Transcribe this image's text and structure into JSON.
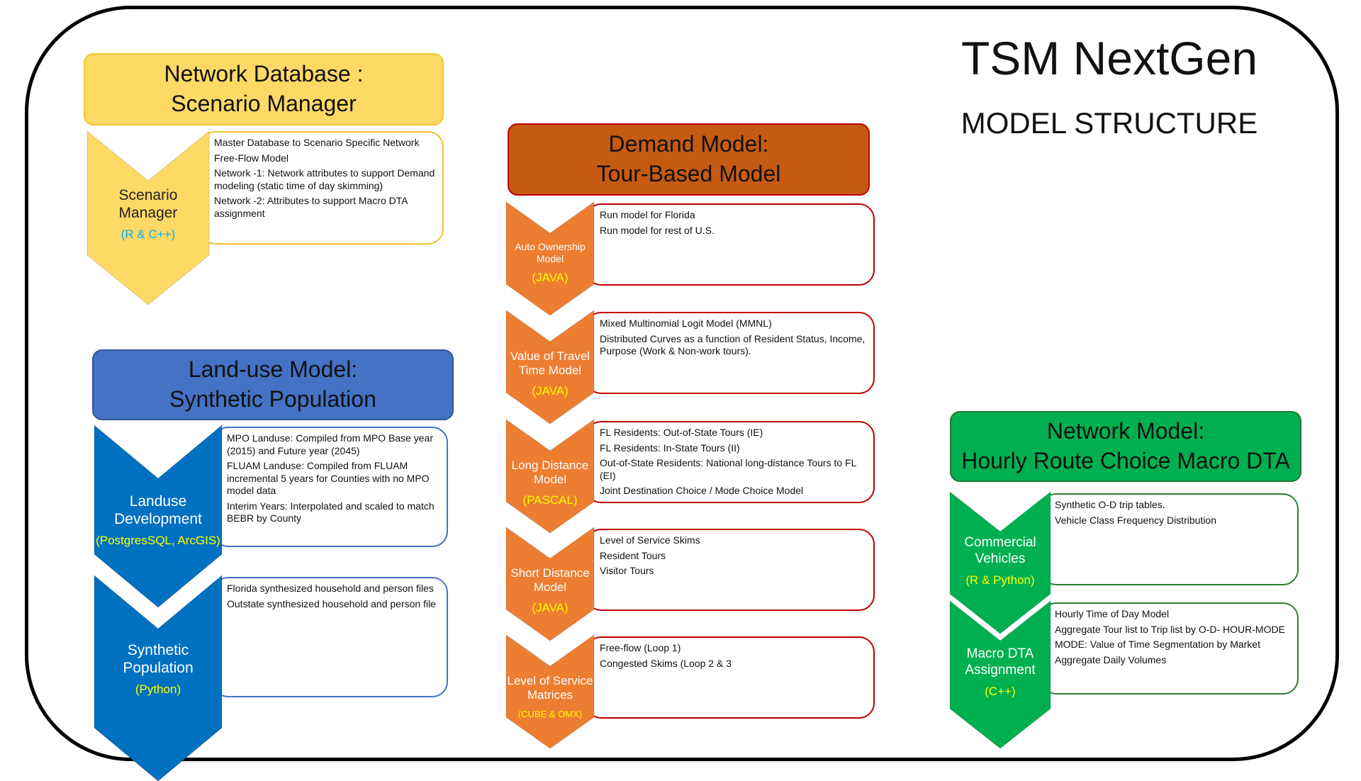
{
  "title": "TSM NextGen",
  "subtitle": "MODEL STRUCTURE",
  "colors": {
    "yellow_header": "#FFD966",
    "yellow_border": "#F4C430",
    "yellow_chevron": "#FFD966",
    "blue_header": "#4472C4",
    "blue_chevron": "#0070C0",
    "blue_border": "#4472C4",
    "orange_header": "#C55A11",
    "orange_chevron": "#ED7D31",
    "red_border": "#C00000",
    "green_header": "#00B050",
    "green_chevron": "#00B050",
    "green_border": "#2E7D32",
    "tech_blue": "#00B0F0",
    "tech_yellow": "#FFFF00"
  },
  "scenario": {
    "header": "Network Database :\nScenario Manager",
    "chevron": {
      "name": "Scenario\nManager",
      "tech": "(R & C++)"
    },
    "bullets": [
      "Master Database to Scenario Specific Network",
      "Free-Flow Model",
      "Network -1:  Network attributes to support Demand modeling (static time of day skimming)",
      "Network -2: Attributes to support  Macro DTA assignment"
    ]
  },
  "landuse": {
    "header": "Land-use Model:\nSynthetic Population",
    "rows": [
      {
        "name": "Landuse\nDevelopment",
        "tech": "(PostgresSQL, ArcGIS)",
        "bullets": [
          "MPO Landuse: Compiled from MPO Base year (2015) and Future year (2045)",
          "FLUAM Landuse: Compiled from FLUAM incremental   5 years for Counties with no MPO model data",
          "Interim Years: Interpolated and scaled to match BEBR by County"
        ]
      },
      {
        "name": "Synthetic\nPopulation",
        "tech": "(Python)",
        "bullets": [
          "Florida synthesized household and person files",
          "Outstate synthesized household and person file"
        ]
      }
    ]
  },
  "demand": {
    "header": "Demand Model:\nTour-Based Model",
    "rows": [
      {
        "name": "Auto Ownership\nModel",
        "tech": "(JAVA)",
        "bullets": [
          "Run model for Florida",
          "Run model for rest of U.S."
        ]
      },
      {
        "name": "Value of Travel\nTime Model",
        "tech": "(JAVA)",
        "bullets": [
          "Mixed Multinomial Logit Model (MMNL)",
          "Distributed Curves as a function of Resident Status, Income, Purpose (Work & Non-work tours)."
        ]
      },
      {
        "name": "Long Distance\nModel",
        "tech": "(PASCAL)",
        "bullets": [
          "FL Residents: Out-of-State Tours (IE)",
          "FL Residents: In-State Tours (II)",
          "Out-of-State Residents: National long-distance Tours to FL (EI)",
          "Joint Destination Choice / Mode Choice  Model"
        ]
      },
      {
        "name": "Short Distance\nModel",
        "tech": "(JAVA)",
        "bullets": [
          "Level of Service Skims",
          "Resident Tours",
          "Visitor Tours"
        ]
      },
      {
        "name": "Level of Service\nMatrices",
        "tech": "(CUBE & OMX)",
        "bullets": [
          "Free-flow (Loop 1)",
          "Congested Skims (Loop 2 & 3"
        ]
      }
    ]
  },
  "network": {
    "header": "Network Model:\nHourly Route Choice Macro DTA",
    "rows": [
      {
        "name": "Commercial\nVehicles",
        "tech": "(R & Python)",
        "bullets": [
          "Synthetic O-D trip tables.",
          "Vehicle Class Frequency Distribution"
        ]
      },
      {
        "name": "Macro DTA\nAssignment",
        "tech": "(C++)",
        "bullets": [
          "Hourly Time of Day Model",
          "Aggregate Tour list to Trip list by O-D- HOUR-MODE",
          "MODE: Value of Time Segmentation by Market",
          "Aggregate Daily Volumes"
        ]
      }
    ]
  }
}
